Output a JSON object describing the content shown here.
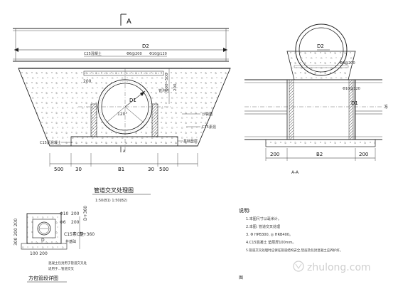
{
  "section_A": "A",
  "section_A_mark": "A",
  "main_view": {
    "d2": "D2",
    "d1": "D1",
    "deg120": "120°",
    "c25_label": "C25混凝土",
    "rebar1": "Φ6@200",
    "rebar2": "Φ10@120",
    "dim_200": "200",
    "dim_100_500": "100~500",
    "dim_200_v": "200",
    "dim_500_l": "500",
    "dim_30_l": "30",
    "dim_b1": "B1",
    "dim_30_r": "30",
    "dim_500_r": "500",
    "c15_label": "C15素混凝土",
    "right_label1": "沙袋围",
    "right_label2": "C15素混",
    "right_label3": "基础垫层",
    "small_label": "管沟砼",
    "title": "管道交叉处理图",
    "subtitle": "1:50(B1) 1:50(B2)"
  },
  "section_view": {
    "d2": "D2",
    "d1": "D1",
    "rebar1": "Φ6@200",
    "rebar2": "Φ10@120",
    "dim_200_l": "200",
    "dim_b2": "B2",
    "dim_200_r": "200",
    "label": "A-A",
    "side_mark": "冻"
  },
  "detail_view": {
    "rebar1": "Φ10",
    "rebar1_val": "200",
    "rebar2": "Φ6",
    "rebar2_val": "200",
    "c15": "C15素C垫",
    "base": "井基础",
    "left_dims": "300 200 200",
    "bottom_dims": "100 200",
    "d_mark": "D",
    "d360": "D+360",
    "d360_v": "D+360",
    "note1": "混凝土包封用于管道交叉处",
    "note2": "适用于…管道交叉",
    "title": "方包管段详图"
  },
  "notes": {
    "heading": "说明:",
    "items": [
      "1.本图尺寸以毫米计。",
      "2.本图:  管道交叉处理",
      "3.           Φ  HPB300,  ◎  HRB400。",
      "4.C15混凝土  垫层厚100mm。",
      "5.管道交叉处理时应保证管道结构安全,垫层及包封混凝土应养护好。"
    ]
  },
  "footer_mark": "图",
  "watermark": {
    "text": "zhulong.com"
  }
}
